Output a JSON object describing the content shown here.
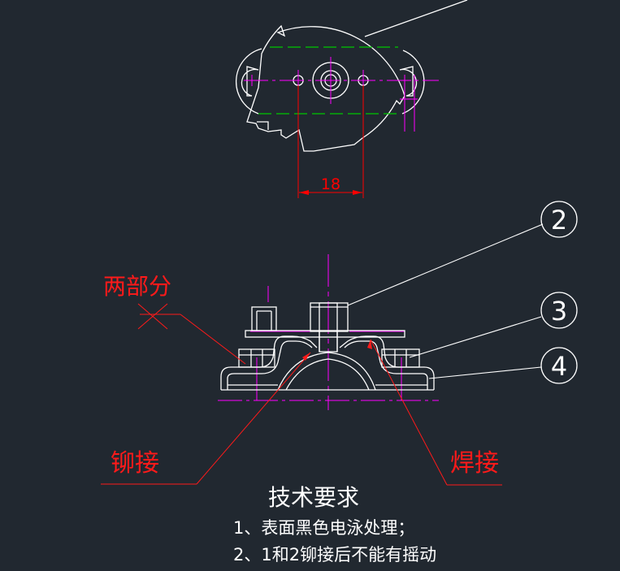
{
  "dimension": {
    "value": "18"
  },
  "balloons": {
    "b2": "2",
    "b3": "3",
    "b4": "4"
  },
  "annotations": {
    "two_parts": "两部分",
    "rivet": "铆接",
    "weld": "焊接"
  },
  "requirements": {
    "title": "技术要求",
    "item1": "1、表面黑色电泳处理；",
    "item2": "2、1和2铆接后不能有摇动"
  },
  "colors": {
    "background": "#212830",
    "outline": "#ffffff",
    "centerline": "#ff00ff",
    "hidden": "#00c800",
    "dimension": "#ff0000",
    "annotation_text": "#ff1a1a"
  }
}
